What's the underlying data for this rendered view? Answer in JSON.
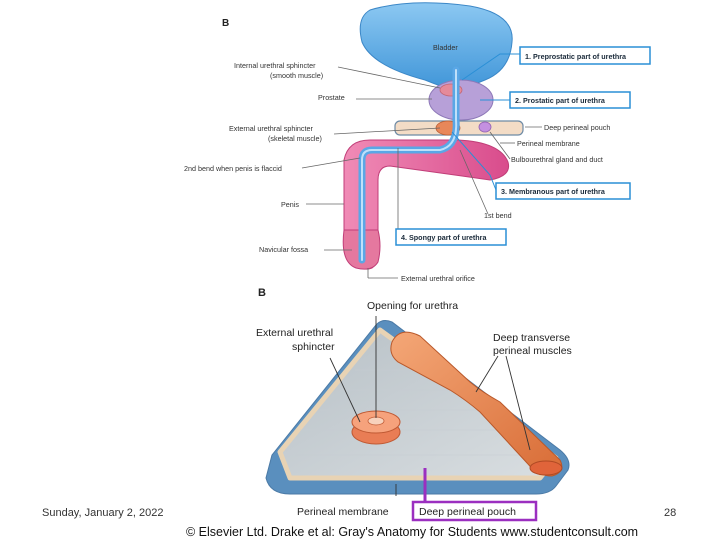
{
  "footer": {
    "date": "Sunday, January 2, 2022",
    "page_number": "28"
  },
  "figure_top": {
    "panel_letter": "B",
    "labels": {
      "bladder": "Bladder",
      "internal_sphincter_1": "Internal urethral sphincter",
      "internal_sphincter_2": "(smooth muscle)",
      "prostate": "Prostate",
      "external_sphincter_1": "External urethral sphincter",
      "external_sphincter_2": "(skeletal muscle)",
      "second_bend": "2nd bend when penis is flaccid",
      "penis": "Penis",
      "navicular_fossa": "Navicular fossa",
      "deep_perineal_pouch": "Deep perineal pouch",
      "perineal_membrane": "Perineal membrane",
      "bulbourethral": "Bulbourethral gland and duct",
      "first_bend": "1st bend",
      "external_orifice": "External urethral orifice"
    },
    "boxes": {
      "preprostatic": "1. Preprostatic part of urethra",
      "prostatic": "2. Prostatic part of urethra",
      "membranous": "3. Membranous part of urethra",
      "spongy": "4. Spongy part of urethra"
    }
  },
  "figure_bottom": {
    "panel_letter": "B",
    "labels": {
      "opening": "Opening for urethra",
      "ext_sphincter_1": "External urethral",
      "ext_sphincter_2": "sphincter",
      "deep_transverse_1": "Deep transverse",
      "deep_transverse_2": "perineal muscles",
      "perineal_membrane": "Perineal membrane",
      "deep_perineal_pouch": "Deep perineal pouch"
    },
    "copyright": "© Elsevier Ltd. Drake et al: Gray's Anatomy for Students www.studentconsult.com"
  },
  "colors": {
    "bladder": "#5aa9e6",
    "prostate": "#b9a1d6",
    "penis": "#e96aa0",
    "urethra": "#6db3ea",
    "box_border": "#2a8fd6",
    "highlight_box": "#9b2fc0",
    "muscle": "#e5864f"
  }
}
